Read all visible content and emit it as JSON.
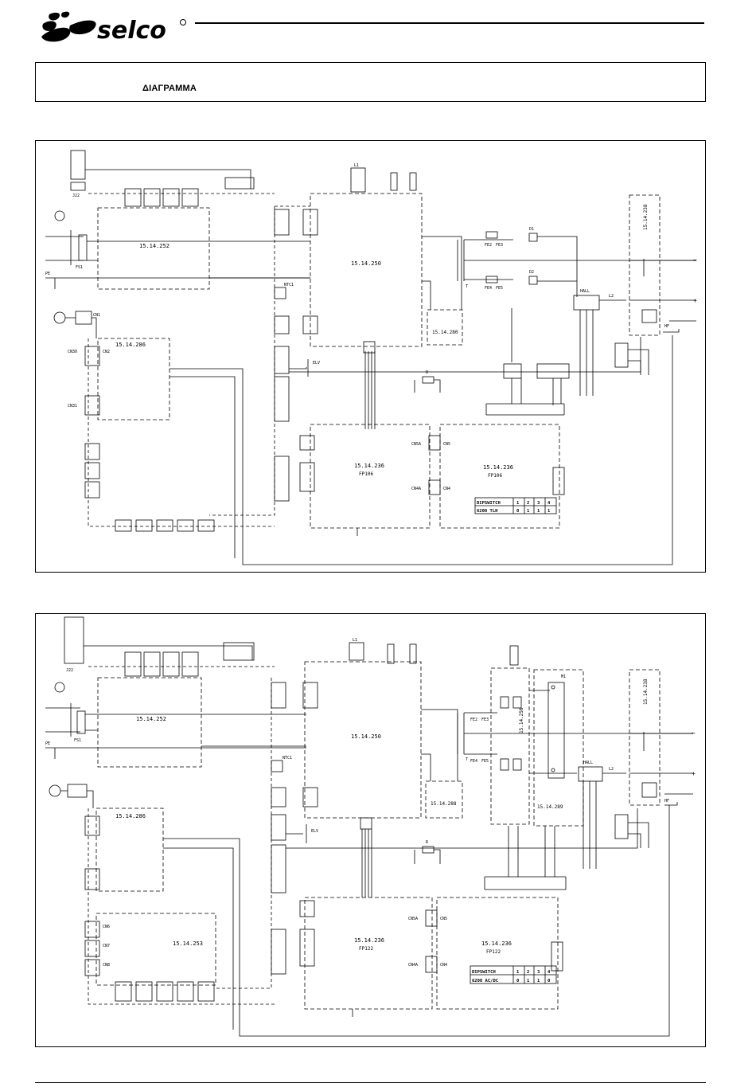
{
  "header": {
    "brand": "selco",
    "title": "ΔΙΑΓΡΑΜΜΑ"
  },
  "diagram1": {
    "connector_top": "J22",
    "blocks": {
      "b252": "15.14.252",
      "b250": "15.14.250",
      "b286": "15.14.286",
      "b280": "15.14.280",
      "b238": "15.14.238",
      "b236a": "15.14.236",
      "b236a_sub": "FP106",
      "b236b": "15.14.236",
      "b236b_sub": "FP106"
    },
    "labels": {
      "fs1": "FS1",
      "pe": "PE",
      "ch1": "CN1",
      "ntc1": "NTC1",
      "elv": "ELV",
      "hall": "HALL",
      "l1": "L1",
      "l2": "L2",
      "r": "R",
      "t": "T",
      "d1": "D1",
      "d2": "D2",
      "fe2": "FE2",
      "fe3": "FE3",
      "fe4": "FE4",
      "fe5": "FE5",
      "hf": "HF",
      "minus": "−",
      "plus": "+",
      "cn30": "CN30",
      "cn31": "CN31",
      "cn2": "CN2",
      "cn5": "CN5",
      "cn5a": "CN5A",
      "cn4": "CN4",
      "cn4a": "CN4A"
    },
    "dipswitch": {
      "head": [
        "DIPSWITCH",
        "1",
        "2",
        "3",
        "4"
      ],
      "row": [
        "6200 TLH",
        "0",
        "1",
        "1",
        "1"
      ]
    }
  },
  "diagram2": {
    "connector_top": "J22",
    "blocks": {
      "b252": "15.14.252",
      "b250": "15.14.250",
      "b286": "15.14.286",
      "b288": "15.14.288",
      "b238": "15.14.238",
      "b236a": "15.14.236",
      "b236a_sub": "FP122",
      "b236b": "15.14.236",
      "b236b_sub": "FP122",
      "b253": "15.14.253",
      "b256": "15.14.256",
      "b289": "15.14.289"
    },
    "labels": {
      "fs1": "FS1",
      "pe": "PE",
      "ntc1": "NTC1",
      "elv": "ELV",
      "hall": "HALL",
      "l1": "L1",
      "l2": "L2",
      "r": "R",
      "t": "T",
      "m1": "M1",
      "fe2": "FE2",
      "fe3": "FE3",
      "fe4": "FE4",
      "fe5": "FE5",
      "hf": "HF",
      "minus": "−",
      "plus": "+",
      "cn6": "CN6",
      "cn7": "CN7",
      "cn8": "CN8",
      "cn5": "CN5",
      "cn5a": "CN5A",
      "cn4": "CN4",
      "cn4a": "CN4A"
    },
    "dipswitch": {
      "head": [
        "DIPSWITCH",
        "1",
        "2",
        "3",
        "4"
      ],
      "row": [
        "6200 AC/DC",
        "0",
        "1",
        "1",
        "0"
      ]
    }
  },
  "colors": {
    "ink": "#000000",
    "paper": "#ffffff"
  }
}
